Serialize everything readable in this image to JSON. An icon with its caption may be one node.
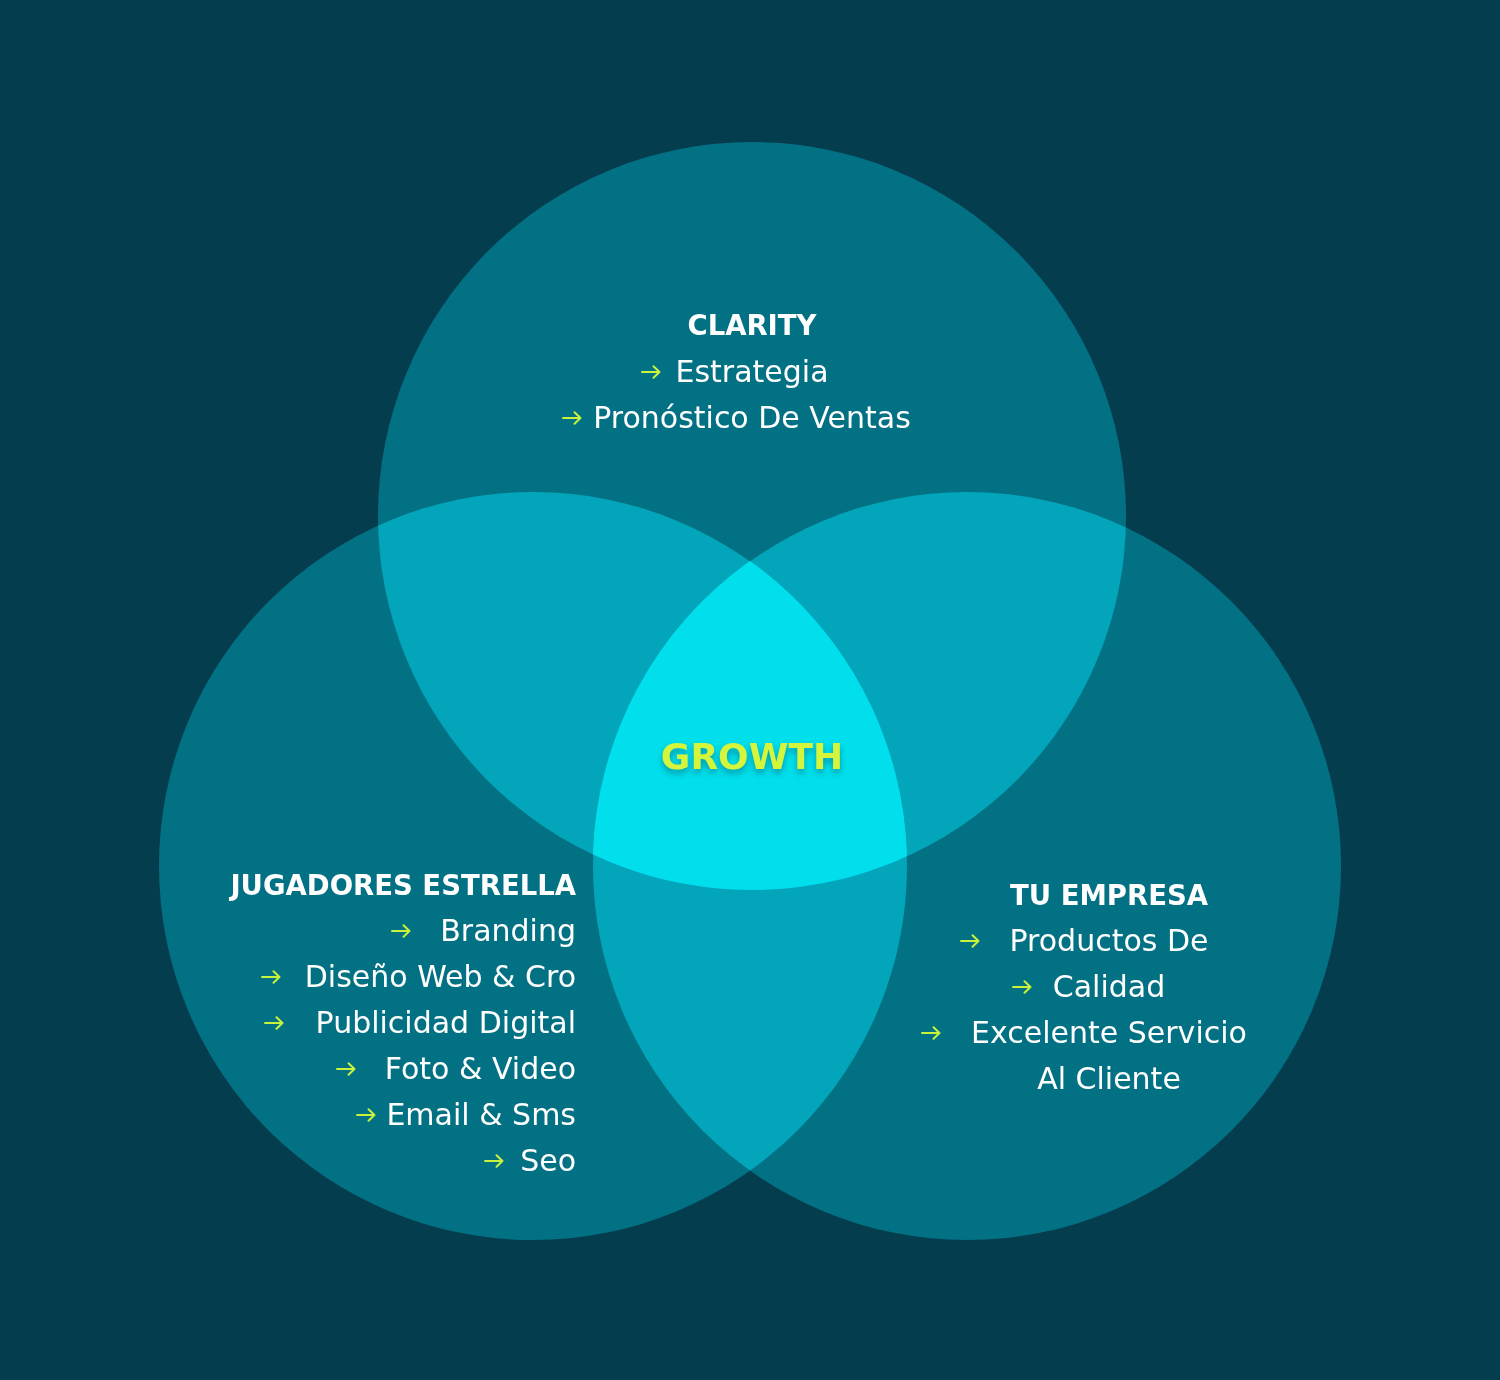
{
  "diagram": {
    "nodes": [
      {
        "text": [
          "CLARITY",
          "Estrategia",
          "Pronóstico De Ventas"
        ]
      },
      {
        "text": [
          "GROWTH"
        ]
      },
      {
        "text": [
          "JUGADORES ESTRELLA",
          "Branding",
          "Diseño Web & Cro",
          "Publicidad Digital",
          "Foto & Video",
          "Email & Sms",
          "Seo"
        ]
      },
      {
        "text": [
          "TU EMPRESA",
          "Productos De",
          "Calidad",
          "Excelente Servicio Al Cliente"
        ]
      }
    ]
  }
}
